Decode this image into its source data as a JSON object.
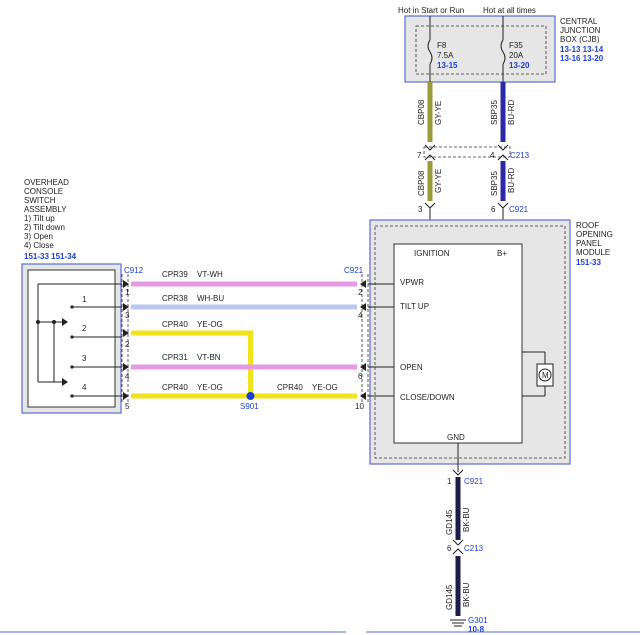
{
  "diagram": {
    "top_labels": {
      "hot_run": "Hot in Start or Run",
      "hot_always": "Hot at all times"
    },
    "cjb": {
      "title_lines": [
        "CENTRAL",
        "JUNCTION",
        "BOX (CJB)"
      ],
      "refs_row1": "13-13  13-14",
      "refs_row2": "13-16  13-20",
      "fuse_f8": {
        "name": "F8",
        "rating": "7.5A",
        "ref": "13-15"
      },
      "fuse_f35": {
        "name": "F35",
        "rating": "20A",
        "ref": "13-20"
      }
    },
    "wires_top": {
      "w1_circuit": "CBP08",
      "w1_color": "GY-YE",
      "w2_circuit": "SBP35",
      "w2_color": "BU-RD",
      "w3_circuit": "CBP08",
      "w3_color": "GY-YE",
      "w4_circuit": "SBP35",
      "w4_color": "BU-RD"
    },
    "connectors": {
      "c213_top": "C213",
      "c213_pin_left": "7",
      "c213_pin_right": "4",
      "c921_top": "C921",
      "c921_pin_left": "3",
      "c921_pin_right": "6",
      "c912": "C912",
      "c921_side": "C921",
      "c921_bottom": "C921",
      "c921_bottom_pin": "1",
      "c213_bottom": "C213",
      "c213_bottom_pin": "6"
    },
    "module": {
      "title_lines": [
        "ROOF",
        "OPENING",
        "PANEL",
        "MODULE"
      ],
      "ref": "151-33",
      "ignition": "IGNITION",
      "bplus": "B+",
      "vpwr": "VPWR",
      "tilt_up": "TILT UP",
      "open": "OPEN",
      "close_down": "CLOSE/DOWN",
      "gnd": "GND",
      "motor": "M"
    },
    "switch": {
      "title_lines": [
        "OVERHEAD",
        "CONSOLE",
        "SWITCH",
        "ASSEMBLY",
        "1) Tilt up",
        "2) Tilt down",
        "3) Open",
        "4) Close"
      ],
      "refs": "151-33  151-34",
      "contacts": [
        "1",
        "2",
        "3",
        "4"
      ]
    },
    "harness": {
      "r1_circuit": "CPR39",
      "r1_color": "VT-WH",
      "r1_left_pin": "1",
      "r1_right_pin": "2",
      "r2_circuit": "CPR38",
      "r2_color": "WH-BU",
      "r2_left_pin": "3",
      "r2_right_pin": "4",
      "r3_circuit": "CPR40",
      "r3_color": "YE-OG",
      "r3_left_pin": "2",
      "r4_circuit": "CPR31",
      "r4_color": "VT-BN",
      "r4_left_pin": "4",
      "r4_right_pin": "6",
      "r5_circuit": "CPR40",
      "r5_color": "YE-OG",
      "r5_left_pin": "5",
      "r5b_circuit": "CPR40",
      "r5b_color": "YE-OG",
      "r5b_right_pin": "10",
      "splice": "S901"
    },
    "ground": {
      "w1_circuit": "GD145",
      "w1_color": "BK-BU",
      "w2_circuit": "GD145",
      "w2_color": "BK-BU",
      "name": "G301",
      "ref": "10-8"
    },
    "colors": {
      "grey_yellow": "#9a9a3a",
      "blue_red": "#2a2aa8",
      "pink": "#e79ae3",
      "lightblue": "#b9c8ee",
      "yellow": "#f2e21a",
      "black_blue": "#1d1d4a",
      "box_fill": "#e6e6e6",
      "box_border": "#5a6fd2"
    }
  }
}
